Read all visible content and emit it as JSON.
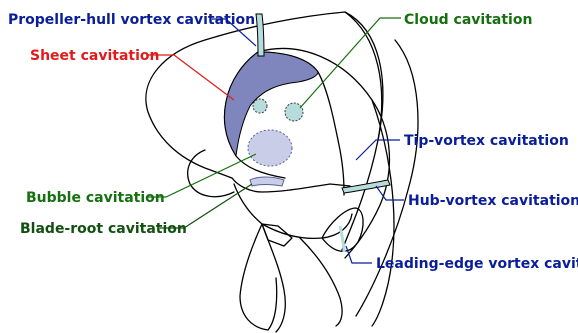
{
  "colors": {
    "background": "#ffffff",
    "outline": "#000000",
    "cavitation_fill": "#7f86bd",
    "cavitation_fill_light": "#c9cde8",
    "vortex_fill": "#b6dcdc",
    "blue": "#0a1e9a",
    "red": "#e01b1b",
    "green": "#16700f",
    "dark_green": "#11500f"
  },
  "labels": {
    "propeller_hull": "Propeller-hull vortex cavitation",
    "cloud": "Cloud cavitation",
    "sheet": "Sheet cavitation",
    "tip_vortex": "Tip-vortex cavitation",
    "bubble": "Bubble cavitation",
    "hub_vortex": "Hub-vortex cavitation",
    "blade_root": "Blade-root cavitation",
    "leading_edge": "Leading-edge vortex cavitation"
  }
}
